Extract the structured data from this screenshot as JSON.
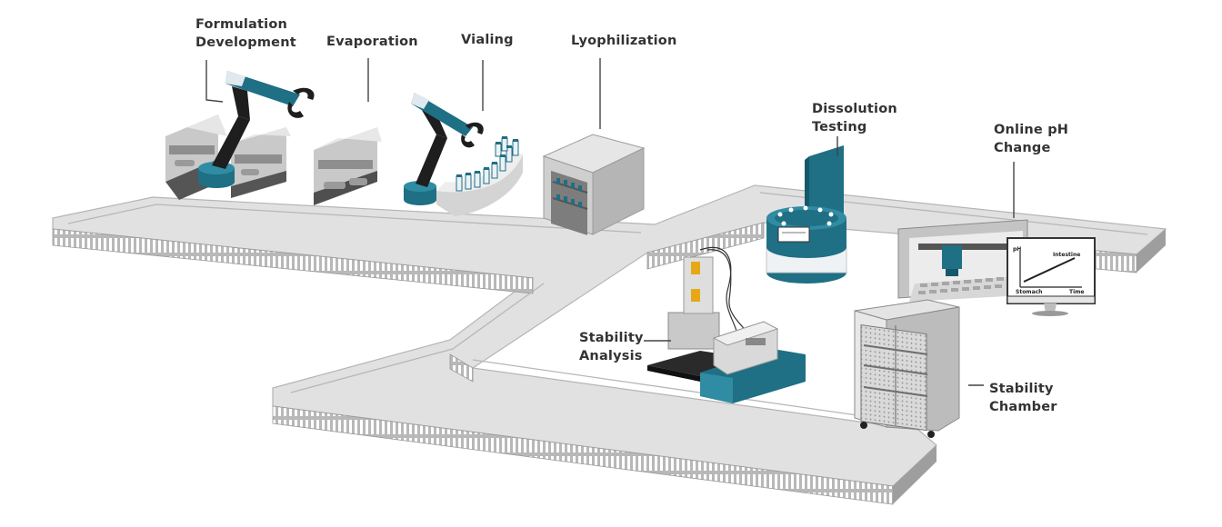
{
  "labels": {
    "formulation": [
      "Formulation",
      "Development"
    ],
    "evaporation": "Evaporation",
    "vialing": "Vialing",
    "lyophilization": "Lyophilization",
    "dissolution": [
      "Dissolution",
      "Testing"
    ],
    "online_ph": [
      "Online pH",
      "Change"
    ],
    "stability_analysis": [
      "Stability",
      "Analysis"
    ],
    "stability_chamber": [
      "Stability",
      "Chamber"
    ]
  },
  "ph_chart": {
    "y_label": "pH",
    "x_label": "Time",
    "start_label": "Stomach",
    "end_label": "Intestine"
  },
  "colors": {
    "teal": "#1f6f85",
    "teal_light": "#2f8ca3",
    "conveyor_top": "#dcdcdc",
    "conveyor_side": "#a9a9a9",
    "machine_gray": "#bdbdbd",
    "machine_dark": "#4a4a4a"
  }
}
